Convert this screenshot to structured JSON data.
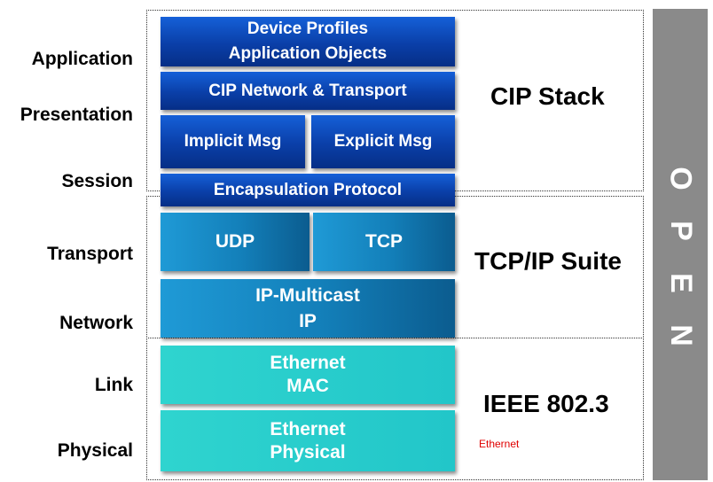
{
  "osi_layers": [
    "Application",
    "Presentation",
    "Session",
    "Transport",
    "Network",
    "Link",
    "Physical"
  ],
  "cip": {
    "device_profiles": "Device Profiles",
    "application_objects": "Application Objects",
    "network_transport": "CIP Network & Transport",
    "implicit": "Implicit Msg",
    "explicit": "Explicit Msg",
    "encapsulation": "Encapsulation Protocol",
    "label": "CIP Stack"
  },
  "tcpip": {
    "udp": "UDP",
    "tcp": "TCP",
    "ip_multicast": "IP-Multicast",
    "ip": "IP",
    "label": "TCP/IP Suite"
  },
  "ieee": {
    "eth_mac_1": "Ethernet",
    "eth_mac_2": "MAC",
    "eth_phys_1": "Ethernet",
    "eth_phys_2": "Physical",
    "label": "IEEE 802.3",
    "note": "Ethernet"
  },
  "open_letters": [
    "O",
    "P",
    "E",
    "N"
  ],
  "colors": {
    "cip_blue": "#0a3fa8",
    "tcpip_blue": "#137fb9",
    "ethernet_cyan": "#2fd4cf",
    "open_bar": "#8a8a8a",
    "note_red": "#e00000"
  }
}
